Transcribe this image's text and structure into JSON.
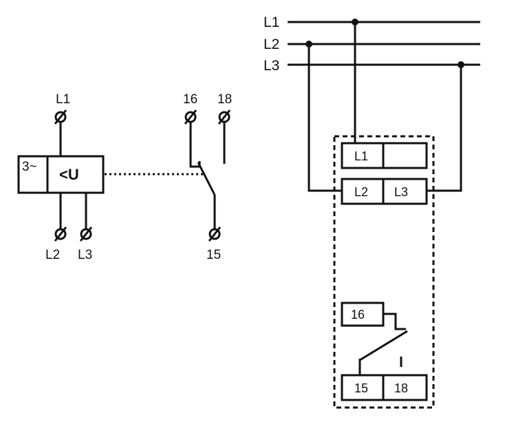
{
  "schematic": {
    "supply_terminals": [
      "L1",
      "L2",
      "L3"
    ],
    "out_terminals": [
      "16",
      "18",
      "15"
    ],
    "supply_type": "3~",
    "function": "<U"
  },
  "wiring": {
    "lines": [
      "L1",
      "L2",
      "L3"
    ],
    "top_block": [
      "L1",
      "",
      "L2",
      "L3"
    ],
    "bottom_block": [
      "16",
      "15",
      "18"
    ]
  }
}
